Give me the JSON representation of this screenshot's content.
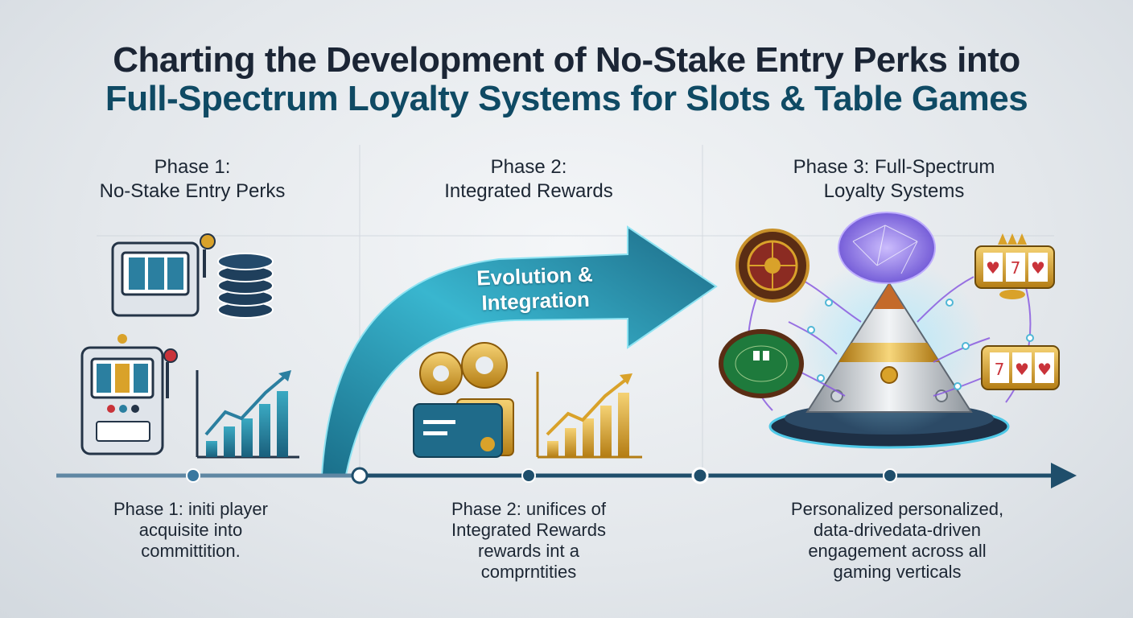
{
  "title": {
    "line1": "Charting the Development of No-Stake Entry Perks into",
    "line2": "Full-Spectrum Loyalty Systems for Slots & Table Games"
  },
  "phases": [
    {
      "heading_line1": "Phase 1:",
      "heading_line2": "No-Stake Entry Perks",
      "desc_lines": [
        "Phase 1: initi player",
        "acquisite into",
        "committition."
      ],
      "icons": [
        "slot-machine-icon",
        "poker-chips-icon",
        "growth-chart-icon"
      ]
    },
    {
      "heading_line1": "Phase 2:",
      "heading_line2": "Integrated Rewards",
      "desc_lines": [
        "Phase 2: unifices of",
        "Integrated Rewards",
        "rewards int a",
        "comprntities"
      ],
      "icons": [
        "gears-icon",
        "loyalty-card-icon",
        "gold-chart-icon"
      ]
    },
    {
      "heading_line1": "Phase 3: Full-Spectrum",
      "heading_line2": "Loyalty Systems",
      "desc_lines": [
        "Personalized personalized,",
        "data-drivedata-driven",
        "engagement across all",
        "gaming verticals"
      ],
      "icons": [
        "roulette-icon",
        "brain-network-icon",
        "pyramid-icon",
        "slot-reel-icon",
        "blackjack-table-icon"
      ]
    }
  ],
  "transition_arrow": {
    "line1": "Evolution &",
    "line2": "Integration"
  },
  "colors": {
    "title_dark": "#1b2535",
    "title_teal": "#0f4a64",
    "timeline": "#1f4e6b",
    "arrow_teal": "#2a9fb8",
    "gold": "#d9a22a"
  }
}
